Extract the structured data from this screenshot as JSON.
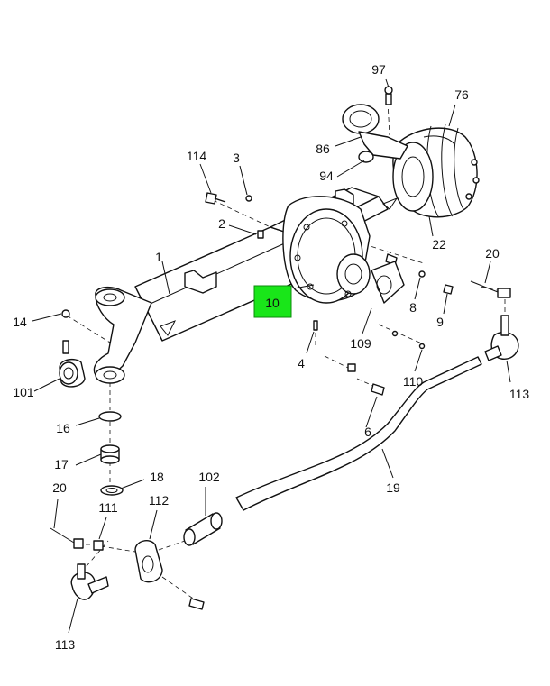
{
  "callouts": {
    "c97": "97",
    "c76": "76",
    "c86": "86",
    "c94": "94",
    "c114": "114",
    "c3": "3",
    "c2": "2",
    "c22": "22",
    "c20a": "20",
    "c1": "1",
    "c10": "10",
    "c14": "14",
    "c8": "8",
    "c9": "9",
    "c109": "109",
    "c4": "4",
    "c101": "101",
    "c110": "110",
    "c113a": "113",
    "c6": "6",
    "c16": "16",
    "c17": "17",
    "c18": "18",
    "c102": "102",
    "c19": "19",
    "c20b": "20",
    "c112": "112",
    "c111": "111",
    "c113b": "113"
  },
  "highlight": {
    "label": "10",
    "color": "#19e619"
  }
}
